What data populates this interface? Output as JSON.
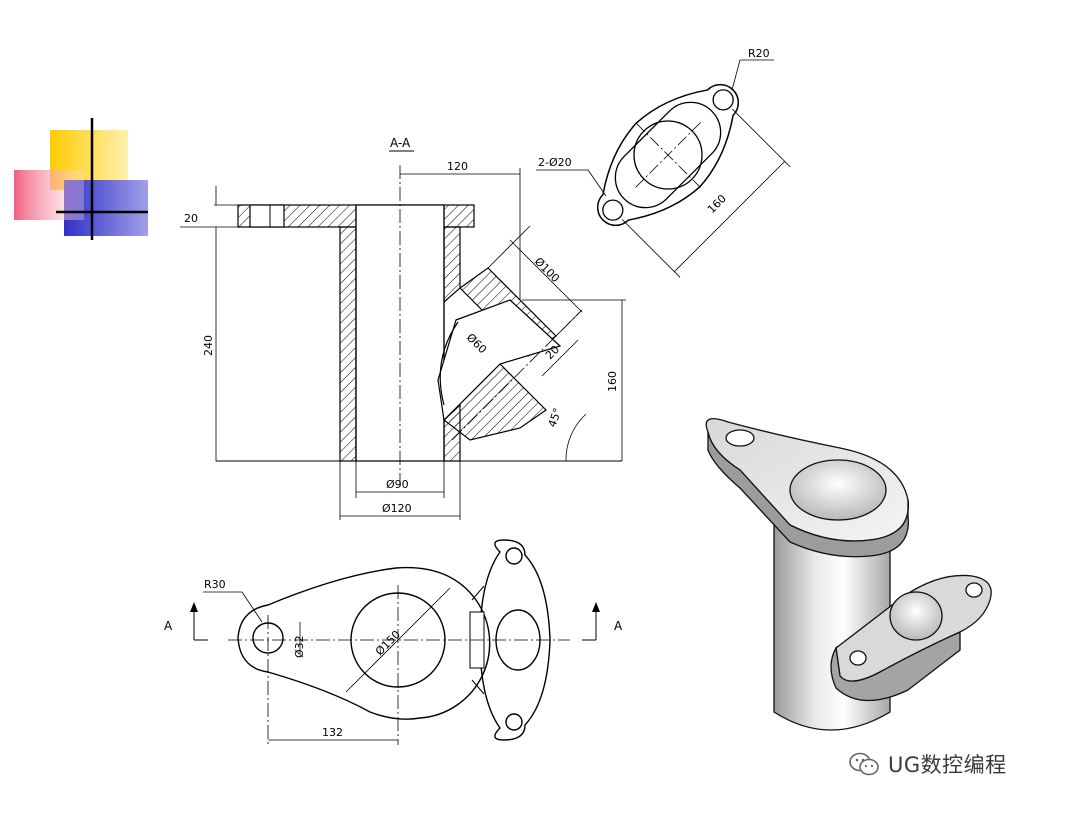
{
  "top_section": {
    "section_label": "A-A",
    "dims": {
      "flange_thickness": "20",
      "total_height": "240",
      "branch_offset": "120",
      "branch_height": "160",
      "branch_outer_dia": "Ø100",
      "branch_inner_dia": "Ø60",
      "branch_flange": "20",
      "branch_angle": "45°",
      "bore_dia": "Ø90",
      "pipe_outer_dia": "Ø120"
    }
  },
  "aux_view": {
    "dims": {
      "radius": "R20",
      "holes": "2-Ø20",
      "hole_spacing": "160"
    }
  },
  "bottom_view": {
    "dims": {
      "radius": "R30",
      "hole_dia": "Ø32",
      "flange_dia": "Ø150",
      "center_distance": "132"
    },
    "arrow_left_label": "A",
    "arrow_right_label": "A"
  },
  "watermark": {
    "text": "UG数控编程"
  },
  "colors": {
    "deco_yellow": "#FFCC00",
    "deco_blue": "#3333CC",
    "deco_pink": "#F06080",
    "render_gray": "#C8C8C8"
  }
}
